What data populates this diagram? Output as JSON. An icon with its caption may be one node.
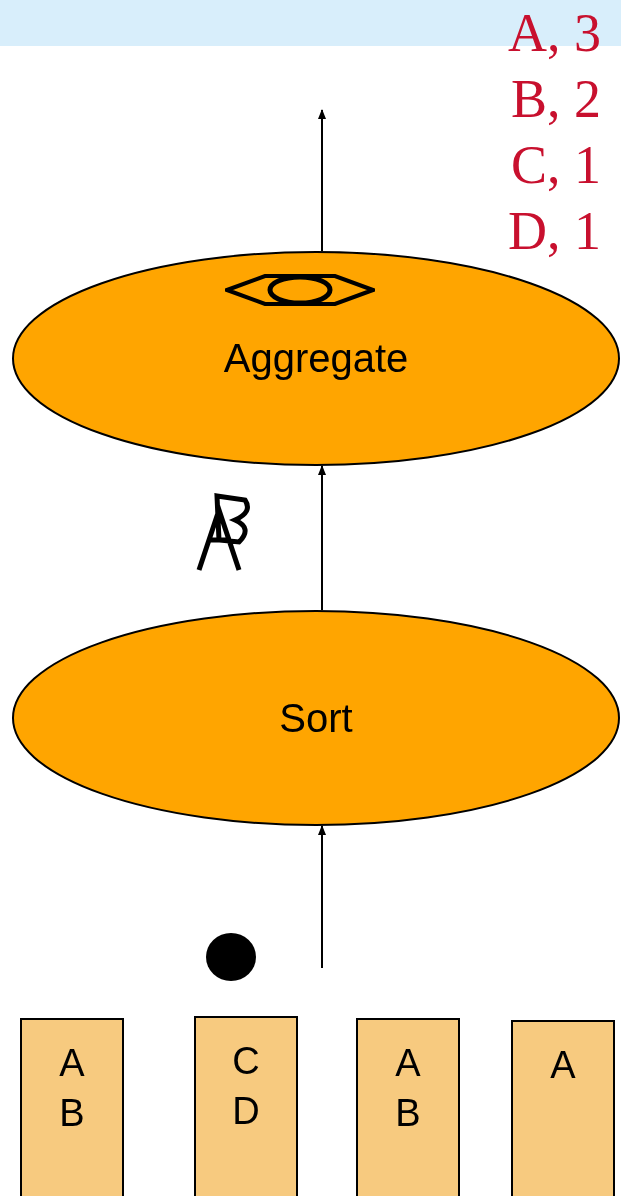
{
  "diagram": {
    "nodes": [
      {
        "text": [
          "Aggregate"
        ]
      },
      {
        "text": [
          "Sort"
        ]
      },
      {
        "text": [
          "A B"
        ]
      },
      {
        "text": [
          "C D"
        ]
      },
      {
        "text": [
          "A B"
        ]
      },
      {
        "text": [
          "A"
        ]
      }
    ],
    "edges": [
      {
        "from": 0,
        "to": null,
        "arrow": "to"
      },
      {
        "from": 1,
        "to": 0,
        "arrow": "to"
      },
      {
        "from": null,
        "to": 1,
        "arrow": "to"
      }
    ],
    "labels": [
      "A, 3",
      "B, 2",
      "C, 1",
      "D, 1"
    ]
  }
}
